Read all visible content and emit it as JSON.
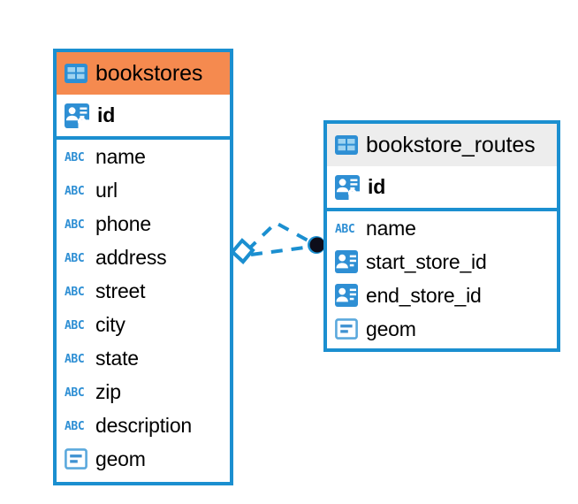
{
  "diagram": {
    "type": "entity-relationship-diagram",
    "background": "#ffffff",
    "accent_color": "#1b8fd0",
    "selected_header_color": "#f58a4f",
    "unselected_header_color": "#ededed",
    "text_color": "#000000"
  },
  "entities": [
    {
      "id": "bookstores",
      "title": "bookstores",
      "selected": true,
      "header_icon": "table-icon",
      "primary_key": {
        "name": "id",
        "icon": "primary-key-icon",
        "type": "pk"
      },
      "fields": [
        {
          "name": "name",
          "icon": "abc-text-icon",
          "type": "text"
        },
        {
          "name": "url",
          "icon": "abc-text-icon",
          "type": "text"
        },
        {
          "name": "phone",
          "icon": "abc-text-icon",
          "type": "text"
        },
        {
          "name": "address",
          "icon": "abc-text-icon",
          "type": "text"
        },
        {
          "name": "street",
          "icon": "abc-text-icon",
          "type": "text"
        },
        {
          "name": "city",
          "icon": "abc-text-icon",
          "type": "text"
        },
        {
          "name": "state",
          "icon": "abc-text-icon",
          "type": "text"
        },
        {
          "name": "zip",
          "icon": "abc-text-icon",
          "type": "text"
        },
        {
          "name": "description",
          "icon": "abc-text-icon",
          "type": "text"
        },
        {
          "name": "geom",
          "icon": "geometry-icon",
          "type": "geometry"
        }
      ]
    },
    {
      "id": "bookstore_routes",
      "title": "bookstore_routes",
      "selected": false,
      "header_icon": "table-icon",
      "primary_key": {
        "name": "id",
        "icon": "primary-key-icon",
        "type": "pk"
      },
      "fields": [
        {
          "name": "name",
          "icon": "abc-text-icon",
          "type": "text"
        },
        {
          "name": "start_store_id",
          "icon": "foreign-key-icon",
          "type": "fk"
        },
        {
          "name": "end_store_id",
          "icon": "foreign-key-icon",
          "type": "fk"
        },
        {
          "name": "geom",
          "icon": "geometry-icon",
          "type": "geometry"
        }
      ]
    }
  ],
  "relationships": [
    {
      "id": "rel-start-store",
      "from": "bookstores.id",
      "to": "bookstore_routes.start_store_id",
      "style": "dashed",
      "color": "#1b8fd0",
      "source_marker": "diamond-open",
      "target_marker": "filled-circle"
    },
    {
      "id": "rel-end-store",
      "from": "bookstores.id",
      "to": "bookstore_routes.end_store_id",
      "style": "dashed",
      "color": "#1b8fd0",
      "source_marker": "diamond-open",
      "target_marker": "filled-circle"
    }
  ]
}
